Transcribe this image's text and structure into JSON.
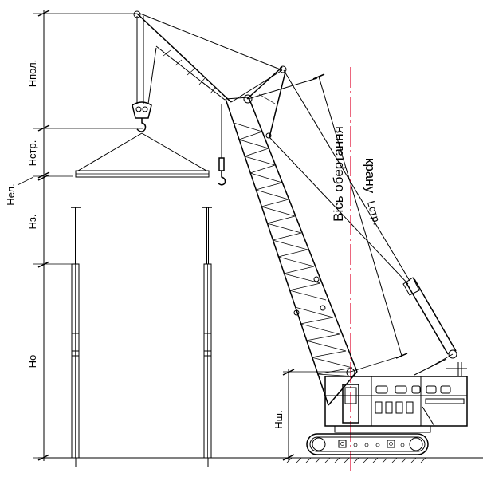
{
  "labels": {
    "h_pol": "Нпол.",
    "h_str": "Нстр.",
    "h_el": "Нел.",
    "h_z": "Нз.",
    "h_o": "Но",
    "h_sh": "Нш.",
    "l_str": "Lстр.",
    "axis": "Вісь обертання",
    "axis2": "крану"
  },
  "colors": {
    "line": "#000000",
    "axis_line": "#e0002a",
    "background": "#ffffff"
  }
}
